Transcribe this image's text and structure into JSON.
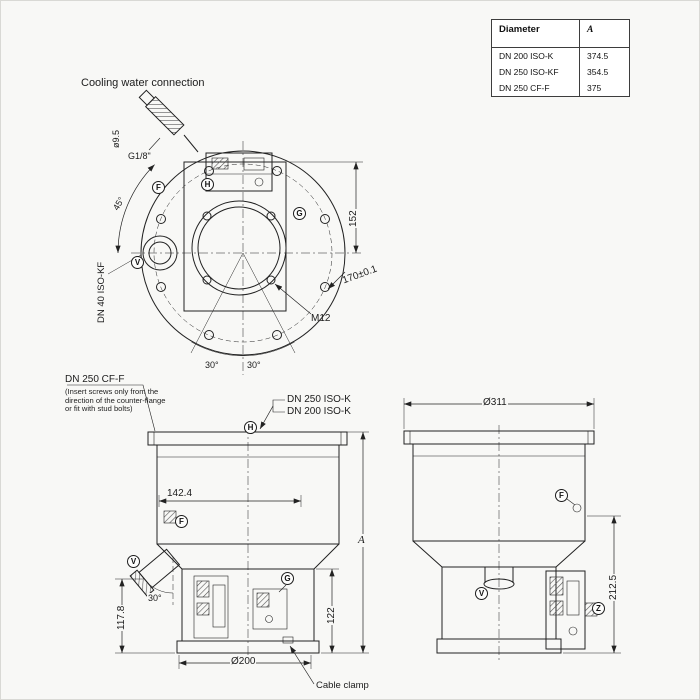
{
  "table": {
    "col_diameter": "Diameter",
    "col_a": "A",
    "rows": [
      {
        "diameter": "DN 200 ISO-K",
        "a": "374.5"
      },
      {
        "diameter": "DN 250 ISO-KF",
        "a": "354.5"
      },
      {
        "diameter": "DN 250 CF-F",
        "a": "375"
      }
    ]
  },
  "top_view": {
    "cooling_label": "Cooling water connection",
    "thread_label": "G1/8\"",
    "pipe_dia_label": "ø9.5",
    "angle_45": "45°",
    "dim_152": "152",
    "dim_170": "170±0.1",
    "thread_m12": "M12",
    "angle_30_left": "30°",
    "angle_30_right": "30°",
    "flange_label": "DN 40 ISO-KF",
    "marker_f": "F",
    "marker_h": "H",
    "marker_g": "G",
    "marker_v": "V"
  },
  "front_view": {
    "flange_cf_label": "DN 250 CF-F",
    "flange_cf_note": "(Insert screws only from the\ndirection of the counter-flange\nor fit with stud bolts)",
    "flange_iso_k_label": "DN 250 ISO-K",
    "flange_iso_k2_label": "DN 200 ISO-K",
    "dim_width": "142.4",
    "dim_port_height": "117.8",
    "dim_base_height": "122",
    "dim_base_dia": "Ø200",
    "dim_total": "A",
    "angle_30": "30°",
    "cable_clamp_label": "Cable clamp",
    "marker_h": "H",
    "marker_f": "F",
    "marker_v": "V",
    "marker_g": "G"
  },
  "side_view": {
    "dim_dia": "Ø311",
    "dim_height": "212.5",
    "marker_f": "F",
    "marker_v": "V",
    "marker_z": "Z"
  }
}
